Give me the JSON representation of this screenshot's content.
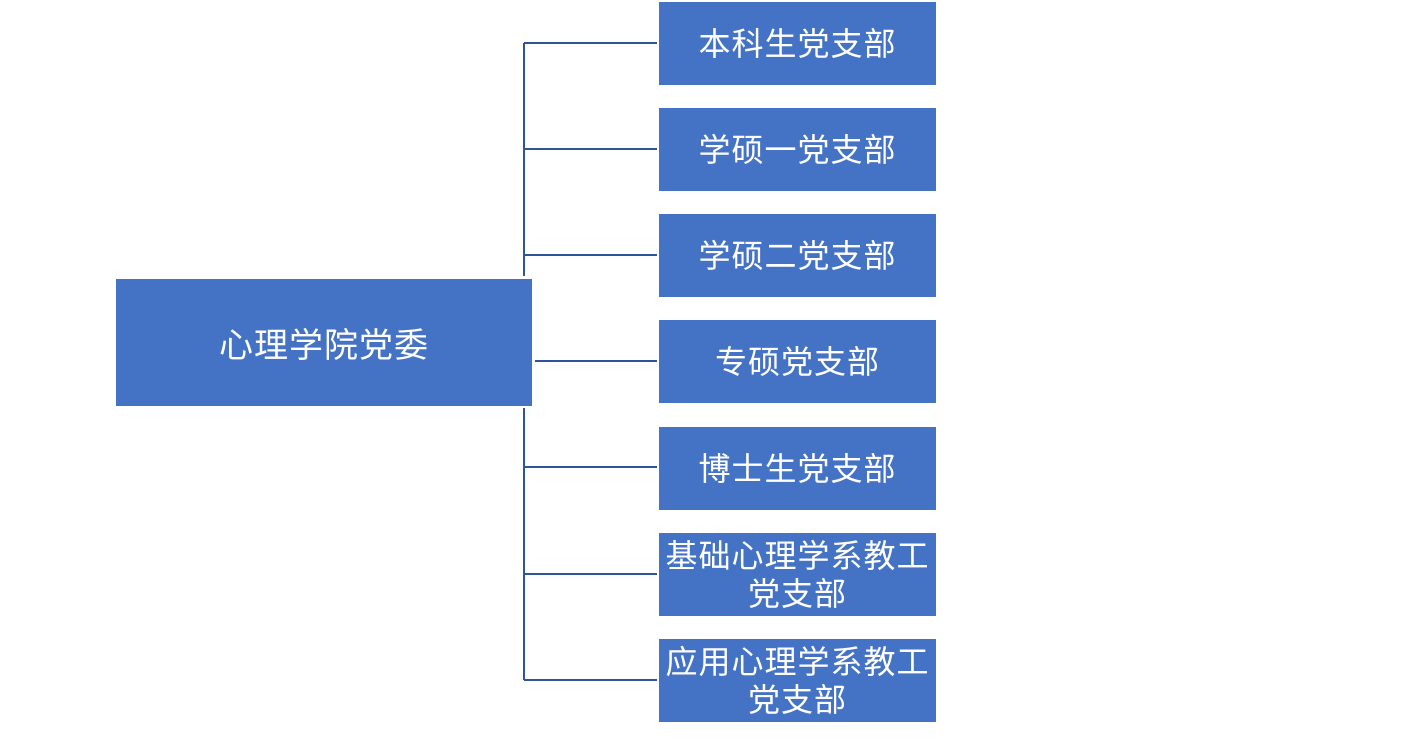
{
  "diagram": {
    "root": {
      "label": "心理学院党委"
    },
    "children": [
      {
        "label": "本科生党支部"
      },
      {
        "label": "学硕一党支部"
      },
      {
        "label": "学硕二党支部"
      },
      {
        "label": "专硕党支部"
      },
      {
        "label": "博士生党支部"
      },
      {
        "label": "基础心理学系教工党支部"
      },
      {
        "label": "应用心理学系教工党支部"
      }
    ],
    "colors": {
      "node_fill": "#4472c4",
      "node_text": "#ffffff",
      "connector": "#2f5597"
    }
  }
}
